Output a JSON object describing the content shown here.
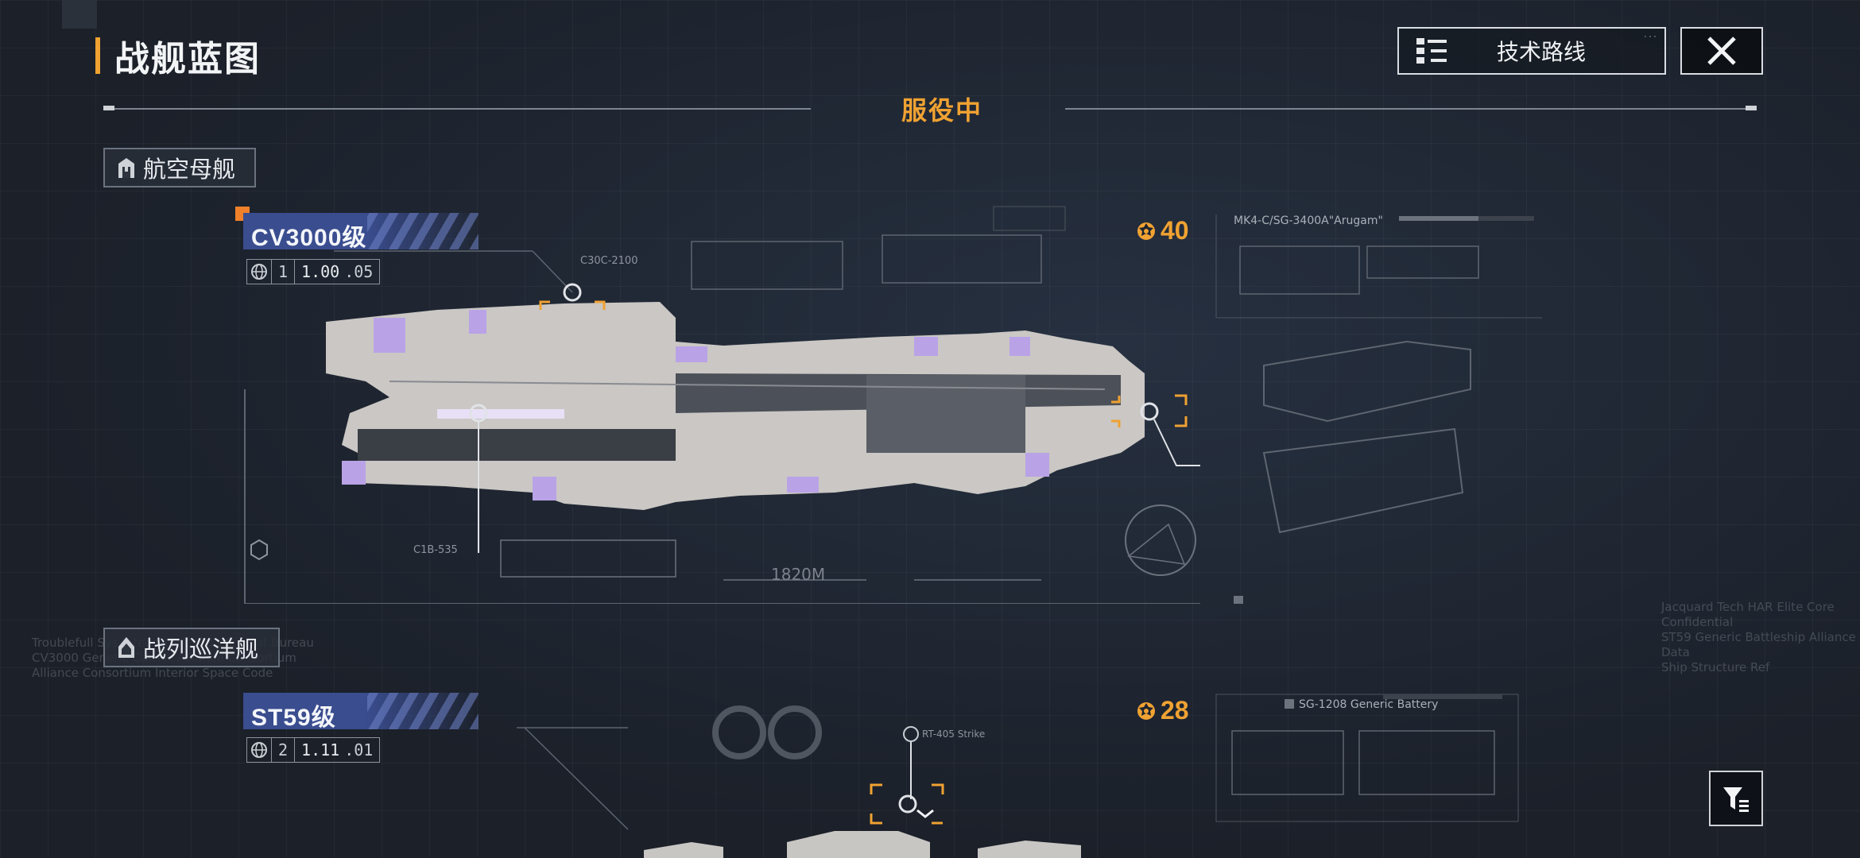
{
  "header": {
    "title": "战舰蓝图",
    "tech_route_label": "技术路线",
    "status_label": "服役中"
  },
  "categories": [
    {
      "label": "航空母舰"
    },
    {
      "label": "战列巡洋舰"
    }
  ],
  "ships": [
    {
      "name": "CV3000级",
      "version_index": "1",
      "version": "1.00",
      "sub_version": ".05",
      "cost": "40"
    },
    {
      "name": "ST59级",
      "version_index": "2",
      "version": "1.11",
      "sub_version": ".01",
      "cost": "28"
    }
  ],
  "blueprint_labels": {
    "module_1": "MK4-C/SG-3400A\"Arugam\"",
    "module_2": "SG-1208 Generic Battery",
    "length": "1820M",
    "callout_top": "C30C-2100",
    "callout_bottom": "C1B-535",
    "callout_low": "RT-405 Strike"
  },
  "colors": {
    "accent": "#f0a232",
    "banner": "#3a4d8f",
    "background": "#1d2430"
  },
  "icons": {
    "tech_route": "tree-list-icon",
    "close": "close-icon",
    "filter": "filter-icon",
    "cost": "resource-gear-icon",
    "globe": "globe-icon"
  }
}
